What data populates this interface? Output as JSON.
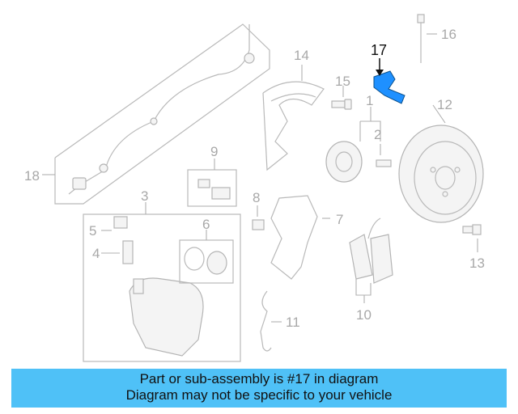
{
  "callouts": {
    "c1": "1",
    "c2": "2",
    "c3": "3",
    "c4": "4",
    "c5": "5",
    "c6": "6",
    "c7": "7",
    "c8": "8",
    "c9": "9",
    "c10": "10",
    "c11": "11",
    "c12": "12",
    "c13": "13",
    "c14": "14",
    "c15": "15",
    "c16": "16",
    "c17": "17",
    "c18": "18"
  },
  "highlight": {
    "part_number": "17",
    "color": "#1e90ff"
  },
  "banner": {
    "line1": "Part or sub-assembly is #17 in diagram",
    "line2": "Diagram may not be specific to your vehicle",
    "color": "#4fc1f7"
  }
}
